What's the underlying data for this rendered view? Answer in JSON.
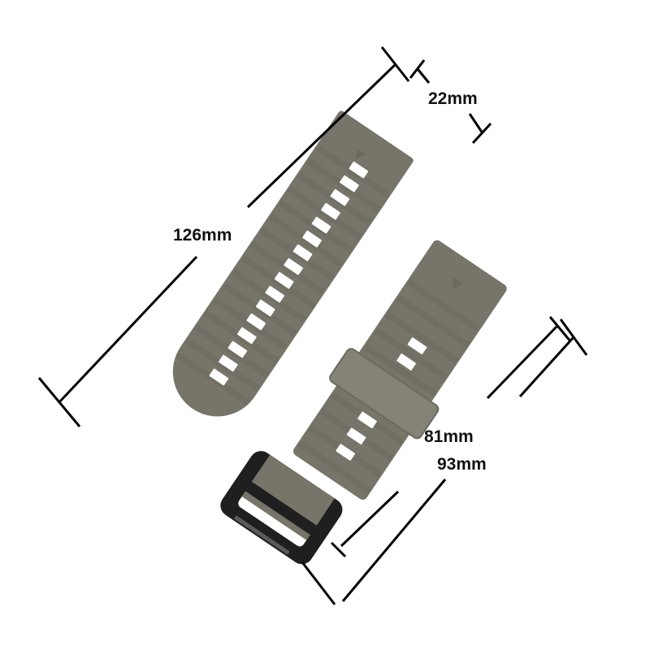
{
  "colors": {
    "strap": "#777469",
    "strap_shade": "#6c6960",
    "strap_light": "#858278",
    "hole": "#ffffff",
    "buckle": "#1f1f1f",
    "buckle_highlight": "#5a5a5a",
    "dimension_line": "#000000",
    "text": "#111111"
  },
  "dimensions": {
    "long_strap_width": "22mm",
    "long_strap_length": "126mm",
    "short_strap_length_inner": "81mm",
    "short_strap_length_total": "93mm"
  }
}
